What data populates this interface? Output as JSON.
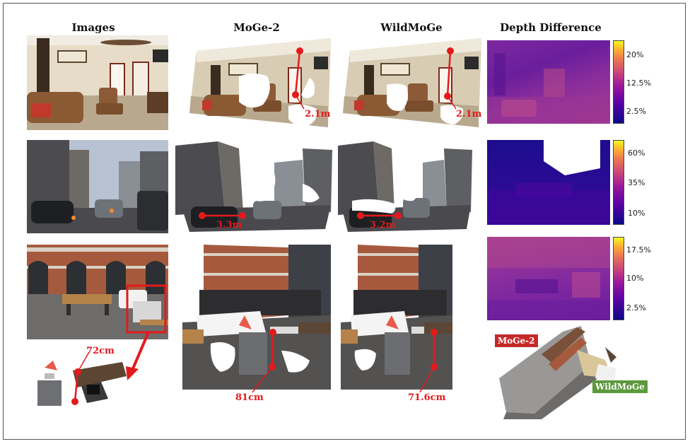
{
  "headers": {
    "images": "Images",
    "moge2": "MoGe-2",
    "wildmoge": "WildMoGe",
    "depth_diff": "Depth Difference"
  },
  "row1": {
    "moge2_measure": "2.1m",
    "wildmoge_measure": "2.1m",
    "colorbar_ticks": [
      "20%",
      "12.5%",
      "2.5%"
    ]
  },
  "row2": {
    "moge2_measure": "3.3m",
    "wildmoge_measure": "3.2m",
    "colorbar_ticks": [
      "60%",
      "35%",
      "10%"
    ]
  },
  "row3": {
    "inset_measure": "72cm",
    "moge2_measure": "81cm",
    "wildmoge_measure": "71.6cm",
    "colorbar_ticks": [
      "17.5%",
      "10%",
      "2.5%"
    ],
    "pointcloud_tags": {
      "moge2": "MoGe-2",
      "wildmoge": "WildMoGe"
    }
  },
  "colors": {
    "annotation": "#e31a1c",
    "moge2_tag": "#c62828",
    "wildmoge_tag": "#5b9a3c"
  }
}
